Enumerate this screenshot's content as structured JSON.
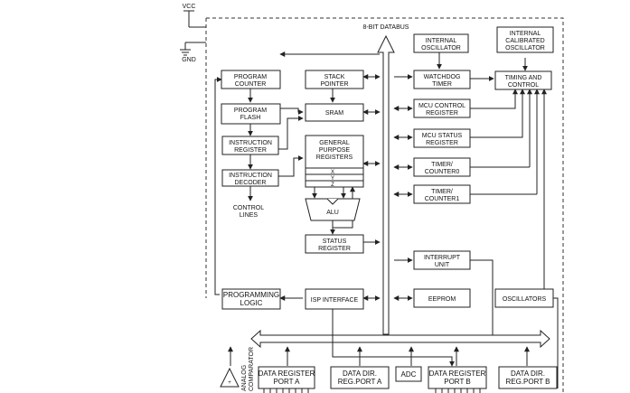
{
  "power": {
    "vcc": "VCC",
    "gnd": "GND"
  },
  "databus": {
    "label": "8-BIT DATABUS"
  },
  "blocks": {
    "program_counter": [
      "PROGRAM",
      "COUNTER"
    ],
    "program_flash": [
      "PROGRAM",
      "FLASH"
    ],
    "instruction_register": [
      "INSTRUCTION",
      "REGISTER"
    ],
    "instruction_decoder": [
      "INSTRUCTION",
      "DECODER"
    ],
    "control_lines": [
      "CONTROL",
      "LINES"
    ],
    "stack_pointer": [
      "STACK",
      "POINTER"
    ],
    "sram": [
      "SRAM"
    ],
    "gp_registers": [
      "GENERAL",
      "PURPOSE",
      "REGISTERS"
    ],
    "xyz": [
      "X",
      "Y",
      "Z"
    ],
    "alu": [
      "ALU"
    ],
    "status_register": [
      "STATUS",
      "REGISTER"
    ],
    "internal_oscillator": [
      "INTERNAL",
      "OSCILLATOR"
    ],
    "watchdog_timer": [
      "WATCHDOG",
      "TIMER"
    ],
    "mcu_control_register": [
      "MCU CONTROL",
      "REGISTER"
    ],
    "mcu_status_register": [
      "MCU STATUS",
      "REGISTER"
    ],
    "timer_counter0": [
      "TIMER/",
      "COUNTER0"
    ],
    "timer_counter1": [
      "TIMER/",
      "COUNTER1"
    ],
    "interrupt_unit": [
      "INTERRUPT",
      "UNIT"
    ],
    "eeprom": [
      "EEPROM"
    ],
    "internal_calibrated_oscillator": [
      "INTERNAL",
      "CALIBRATED",
      "OSCILLATOR"
    ],
    "timing_and_control": [
      "TIMING AND",
      "CONTROL"
    ],
    "oscillators": [
      "OSCILLATORS"
    ],
    "programming_logic": [
      "PROGRAMMING",
      "LOGIC"
    ],
    "isp_interface": [
      "ISP INTERFACE"
    ],
    "analog_comparator": [
      "ANALOG",
      "COMPARATOR"
    ],
    "data_register_port_a": [
      "DATA REGISTER",
      "PORT A"
    ],
    "data_dir_reg_port_a": [
      "DATA DIR.",
      "REG.PORT A"
    ],
    "adc": [
      "ADC"
    ],
    "data_register_port_b": [
      "DATA REGISTER",
      "PORT B"
    ],
    "data_dir_reg_port_b": [
      "DATA DIR.",
      "REG.PORT B"
    ]
  }
}
